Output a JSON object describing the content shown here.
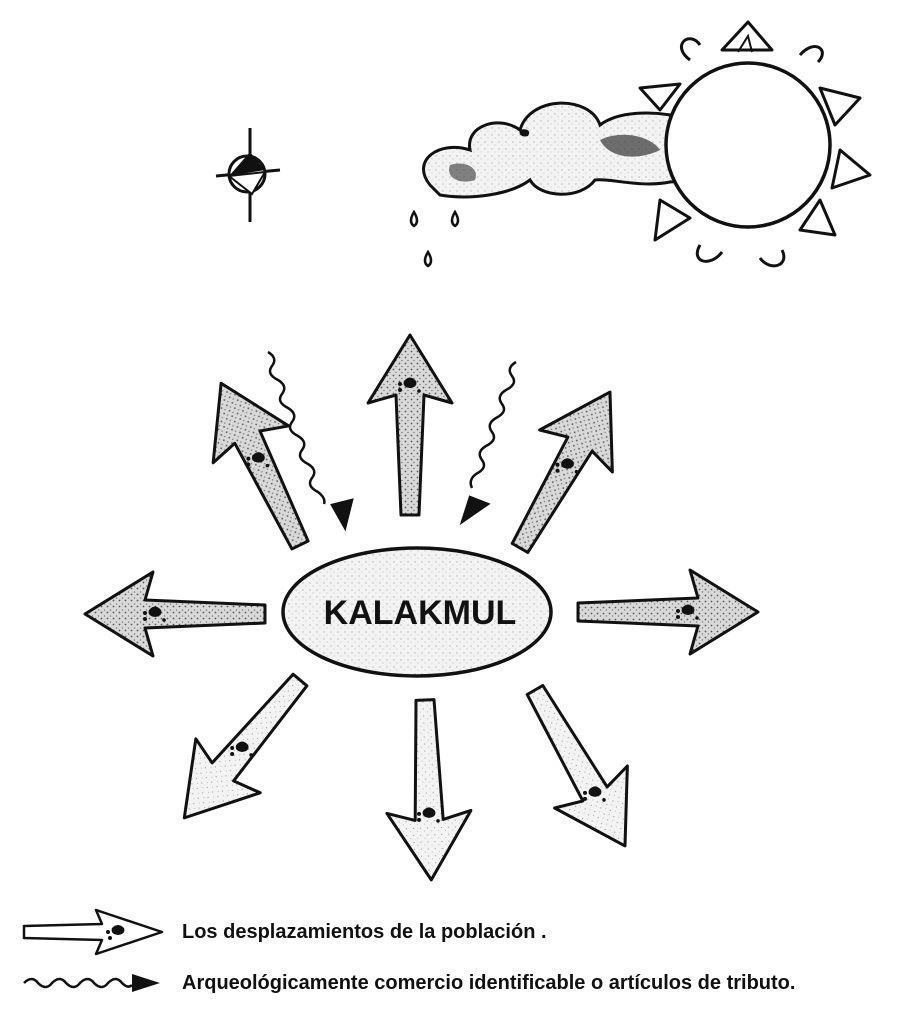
{
  "diagram": {
    "center_label": "KALAKMUL",
    "icons": {
      "compass": "compass-icon",
      "cloud": "rain-cloud-icon",
      "sun": "sun-icon",
      "footprint": "footprint-icon"
    },
    "colors": {
      "ink": "#111111",
      "shade": "#8a8a8a",
      "paper": "#ffffff"
    }
  },
  "legend": {
    "population_movement": "Los desplazamientos de la población .",
    "trade_tribute": "Arqueológicamente comercio identificable o artículos de tributo."
  }
}
